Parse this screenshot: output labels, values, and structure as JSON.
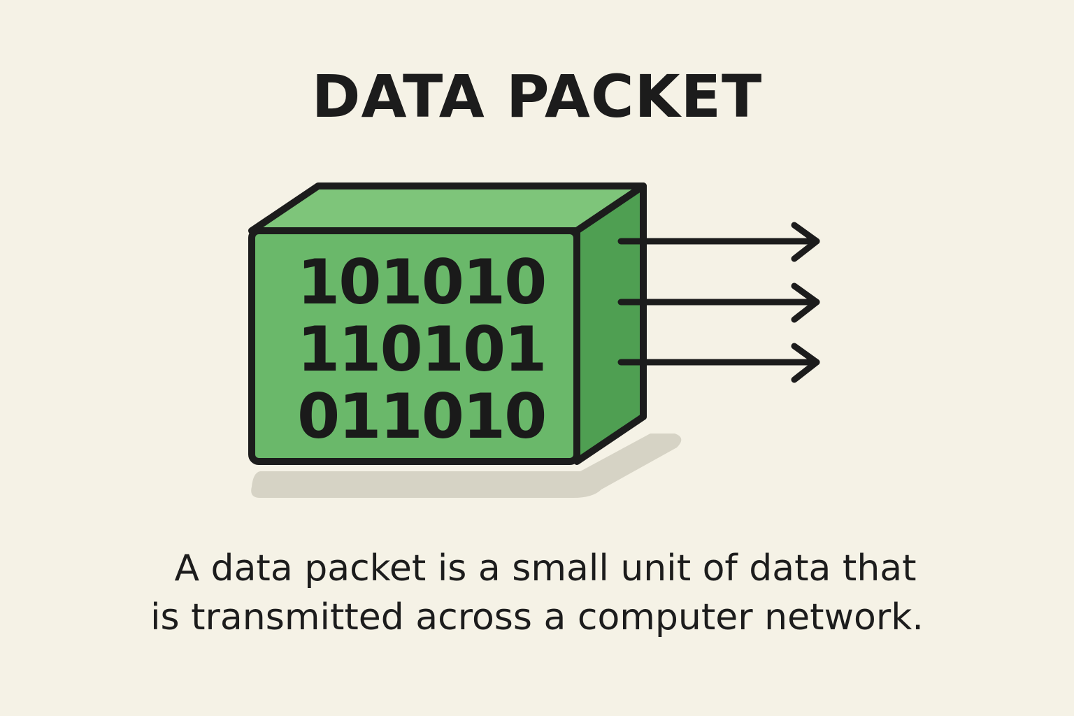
{
  "title": "DATA PACKET",
  "packet": {
    "bits": [
      "101010",
      "110101",
      "011010"
    ]
  },
  "caption": {
    "line1": "A data packet is a small unit of data that",
    "line2": "is transmitted across a computer network."
  },
  "colors": {
    "background": "#f5f2e6",
    "box_front": "#6ab86a",
    "box_top": "#7ec57a",
    "box_side": "#4f9f52",
    "outline": "#1c1c1c",
    "shadow": "#d6d3c5",
    "text": "#1c1c1c"
  },
  "icons": {
    "arrows": [
      "right-arrow-icon",
      "right-arrow-icon",
      "right-arrow-icon"
    ]
  }
}
